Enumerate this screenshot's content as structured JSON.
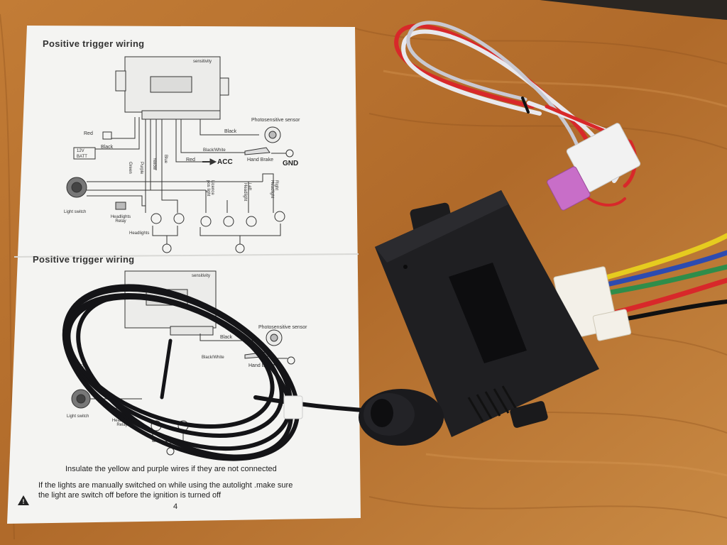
{
  "manual": {
    "top_title": "Positive trigger wiring",
    "bottom_title": "Positive trigger wiring",
    "sensitivity": "sensitivity",
    "photosensitive_sensor": "Photosensitive sensor",
    "red": "Red",
    "black": "Black",
    "batt_voltage": "12V",
    "batt": "BATT",
    "black_white": "Black/White",
    "hand_brake": "Hand Brake",
    "gnd": "GND",
    "acc": "ACC",
    "green": "Green",
    "purple": "Purple",
    "yellow": "Yellow",
    "blue": "Blue",
    "light_switch": "Light switch",
    "headlights_relay": "Headlights Relay",
    "headlights": "Headlights",
    "licence_pos_lights": "Licence pos light",
    "left_headlight": "Left Headlight",
    "right_headlight": "Right Headlight",
    "note_insulate": "Insulate the yellow and purple wires if they are not connected",
    "warning_line1": "If the lights are manually switched on while using the autolight .make sure",
    "warning_line2": "the light  are switch off before the ignition is turned off",
    "page_number": "4"
  },
  "colors": {
    "wood": "#b8742f",
    "paper": "#f4f4f2",
    "module": "#1f1f22",
    "wire_red": "#d8282a",
    "wire_yellow": "#e6cc1f",
    "wire_green": "#2f8d4a",
    "wire_blue": "#2d4bb0",
    "fuse": "#c86ec8"
  }
}
